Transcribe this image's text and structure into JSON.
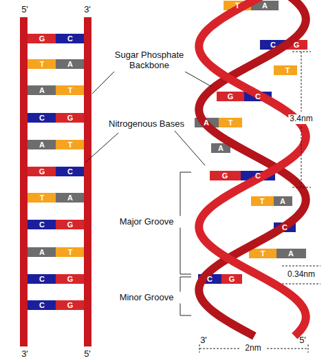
{
  "diagram": {
    "labels": [
      "5'",
      "3'",
      "G",
      "C",
      "T",
      "A",
      "A",
      "T",
      "C",
      "G",
      "A",
      "T",
      "G",
      "C",
      "T",
      "A",
      "C",
      "G",
      "A",
      "T",
      "C",
      "G",
      "C",
      "G",
      "3'",
      "5'",
      "Sugar Phosphate Backbone",
      "Nitrogenous Bases",
      "Major Groove",
      "Minor Groove",
      "T",
      "A",
      "C",
      "G",
      "T",
      "G",
      "C",
      "A",
      "T",
      "A",
      "G",
      "C",
      "T",
      "A",
      "C",
      "T",
      "A",
      "C",
      "G",
      "3.4nm",
      "0.34nm",
      "3'",
      "5'",
      "2nm"
    ]
  }
}
